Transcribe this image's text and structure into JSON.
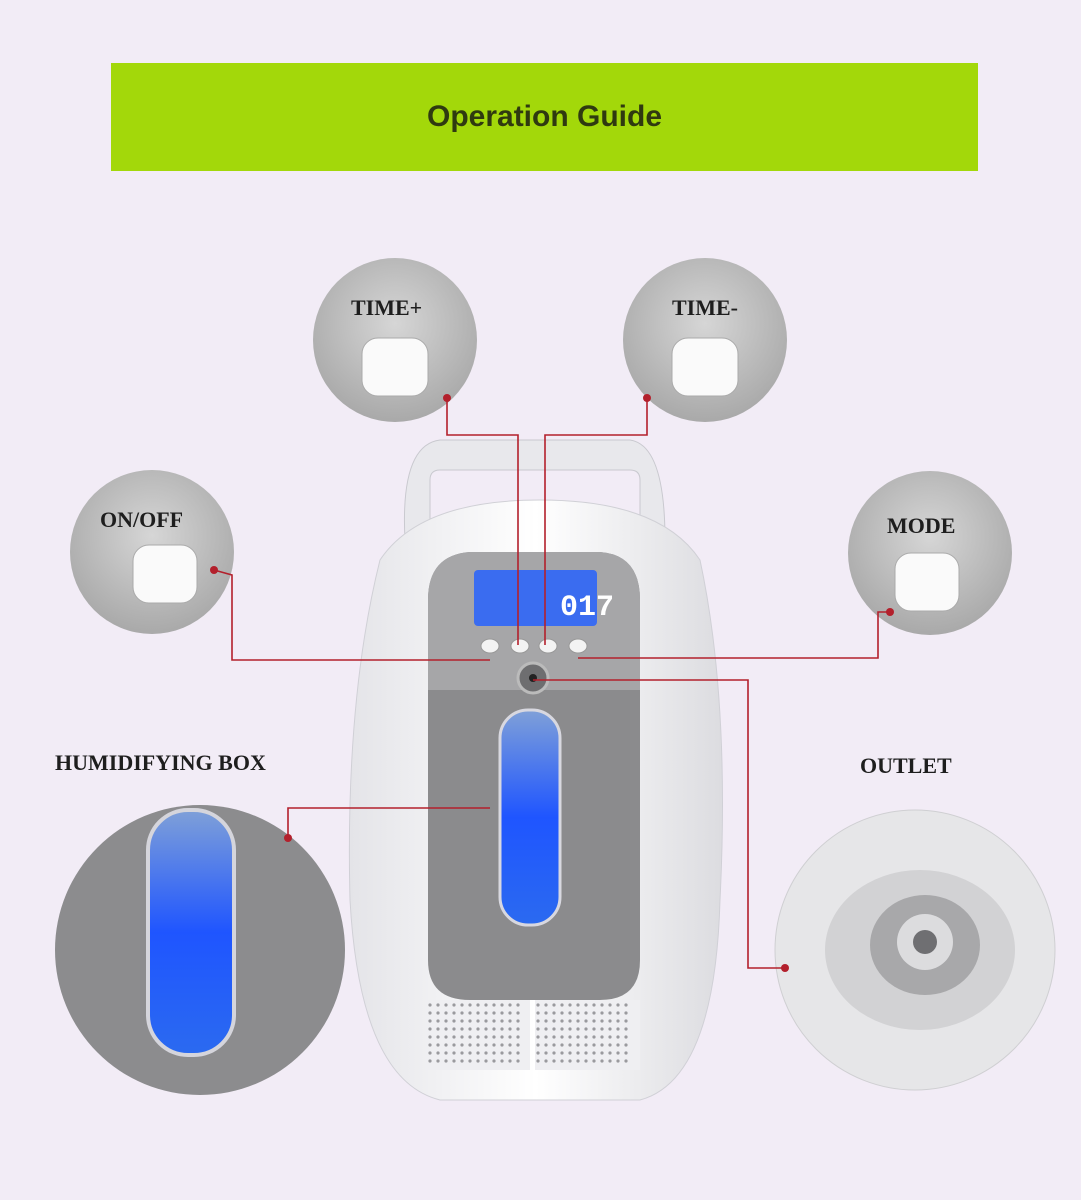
{
  "title": "Operation Guide",
  "labels": {
    "time_plus": "TIME+",
    "time_minus": "TIME-",
    "on_off": "ON/OFF",
    "mode": "MODE",
    "humidifying_box": "HUMIDIFYING BOX",
    "outlet": "OUTLET"
  },
  "display": {
    "value": "017"
  },
  "colors": {
    "banner": "#a3d80a",
    "leader_line": "#b3202c",
    "lcd": "#3a6cf0"
  }
}
